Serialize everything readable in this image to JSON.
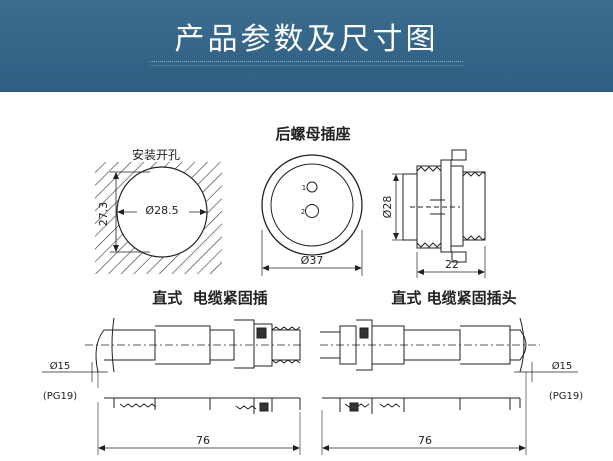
{
  "banner": {
    "title": "产品参数及尺寸图"
  },
  "rear_nut_socket": {
    "title": "后螺母插座",
    "panel_cutout_label": "安装开孔",
    "cutout_diameter": "Ø28.5",
    "cutout_height": "27.3",
    "face_diameter": "Ø37",
    "pin_1": "1",
    "pin_2": "2",
    "side_diameter": "Ø28",
    "side_length": "22"
  },
  "straight_cable_plug": {
    "title": "直式  电缆紧固插",
    "diameter": "Ø15",
    "thread": "(PG19)",
    "length": "76"
  },
  "straight_cable_plug_head": {
    "title": "直式 电缆紧固插头",
    "diameter": "Ø15",
    "thread": "(PG19)",
    "length": "76"
  }
}
